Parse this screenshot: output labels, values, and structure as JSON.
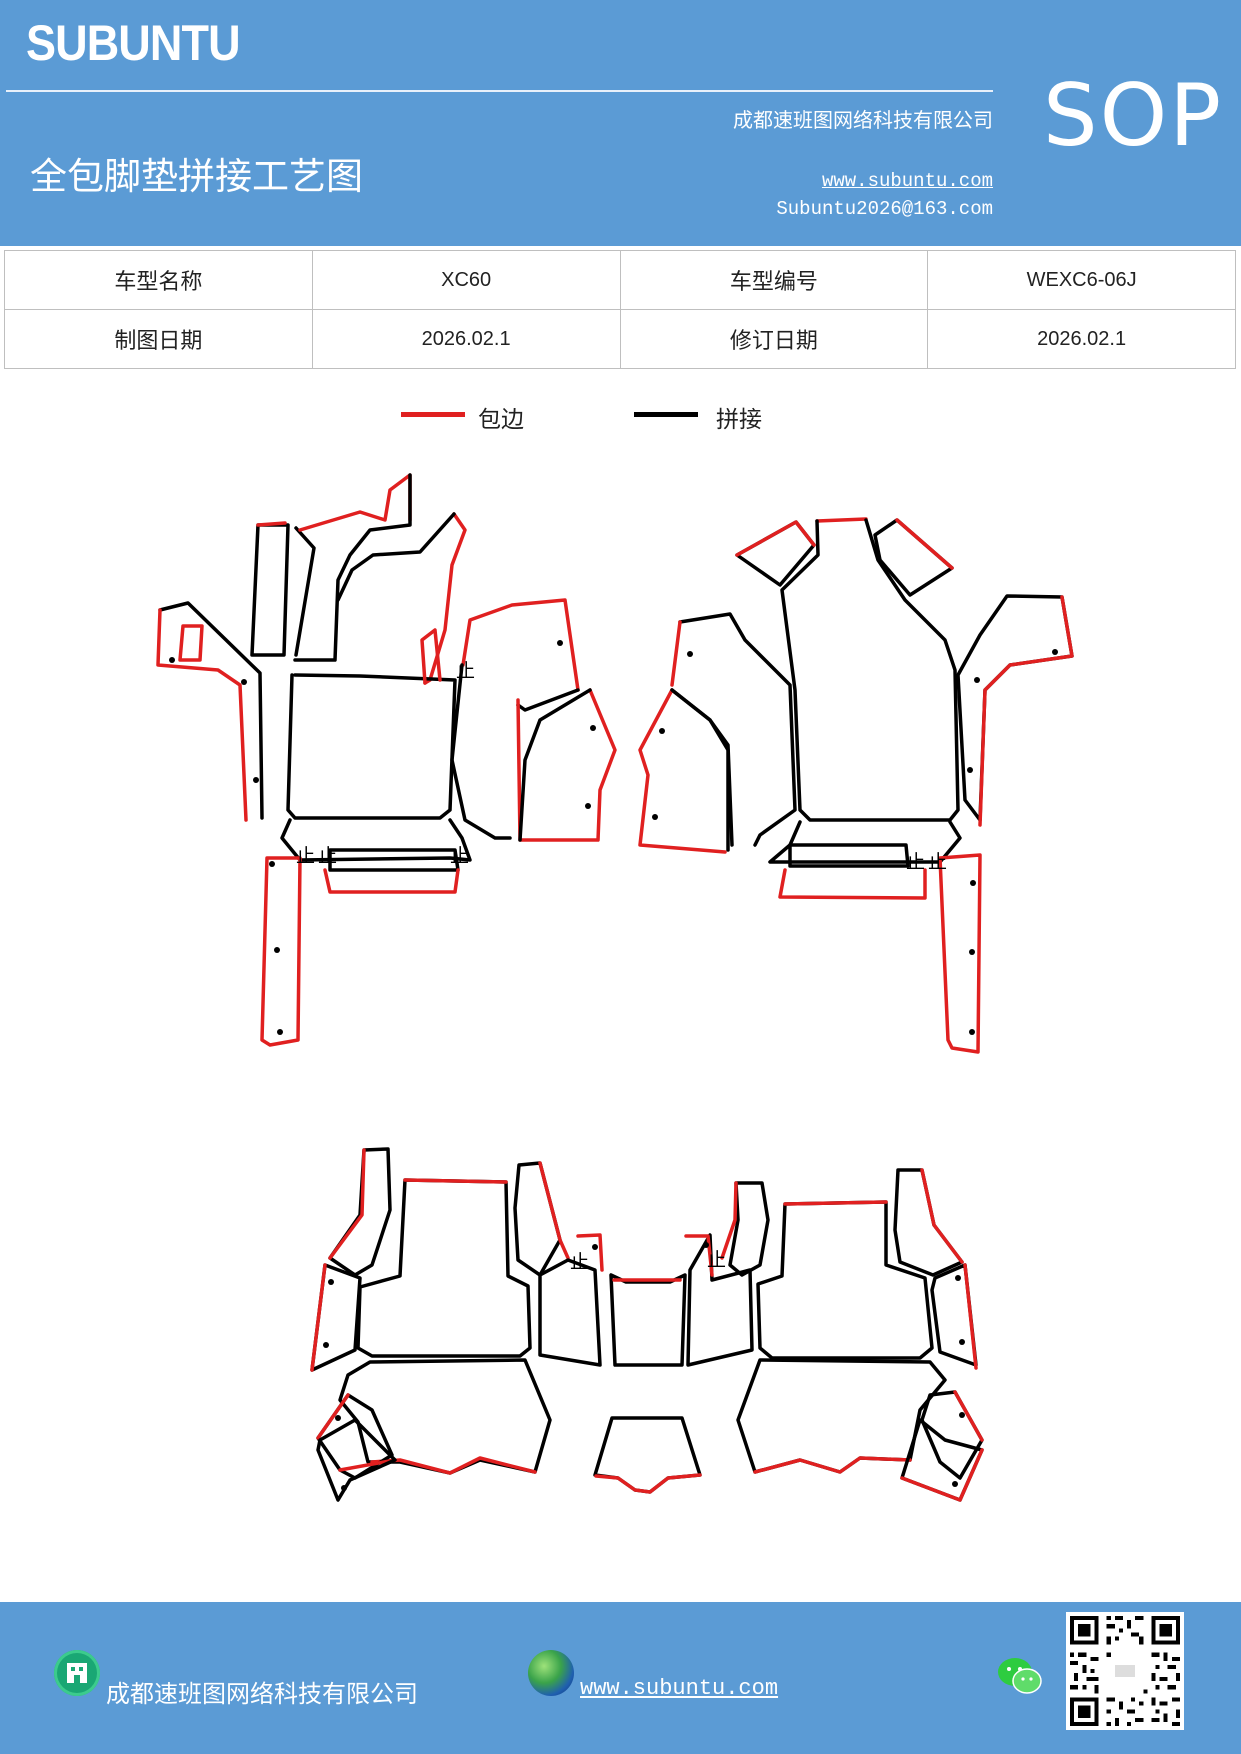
{
  "header": {
    "brand": "SUBUNTU",
    "company": "成都速班图网络科技有限公司",
    "title": "全包脚垫拼接工艺图",
    "website": "www.subuntu.com",
    "email": "Subuntu2026@163.com",
    "badge": "SOP",
    "bg_color": "#5b9bd5"
  },
  "info_table": {
    "rows": [
      [
        "车型名称",
        "XC60",
        "车型编号",
        "WEXC6-06J"
      ],
      [
        "制图日期",
        "2026.02.1",
        "修订日期",
        "2026.02.1"
      ]
    ]
  },
  "legend": {
    "items": [
      {
        "label": "包边",
        "color": "#e02020"
      },
      {
        "label": "拼接",
        "color": "#000000"
      }
    ]
  },
  "diagram": {
    "marks": [
      "止",
      "止",
      "止",
      "止",
      "止",
      "止",
      "止",
      "止"
    ]
  },
  "footer": {
    "company": "成都速班图网络科技有限公司",
    "website": "www.subuntu.com",
    "icons": [
      "building-icon",
      "globe-icon",
      "wechat-icon",
      "qr-code"
    ]
  }
}
